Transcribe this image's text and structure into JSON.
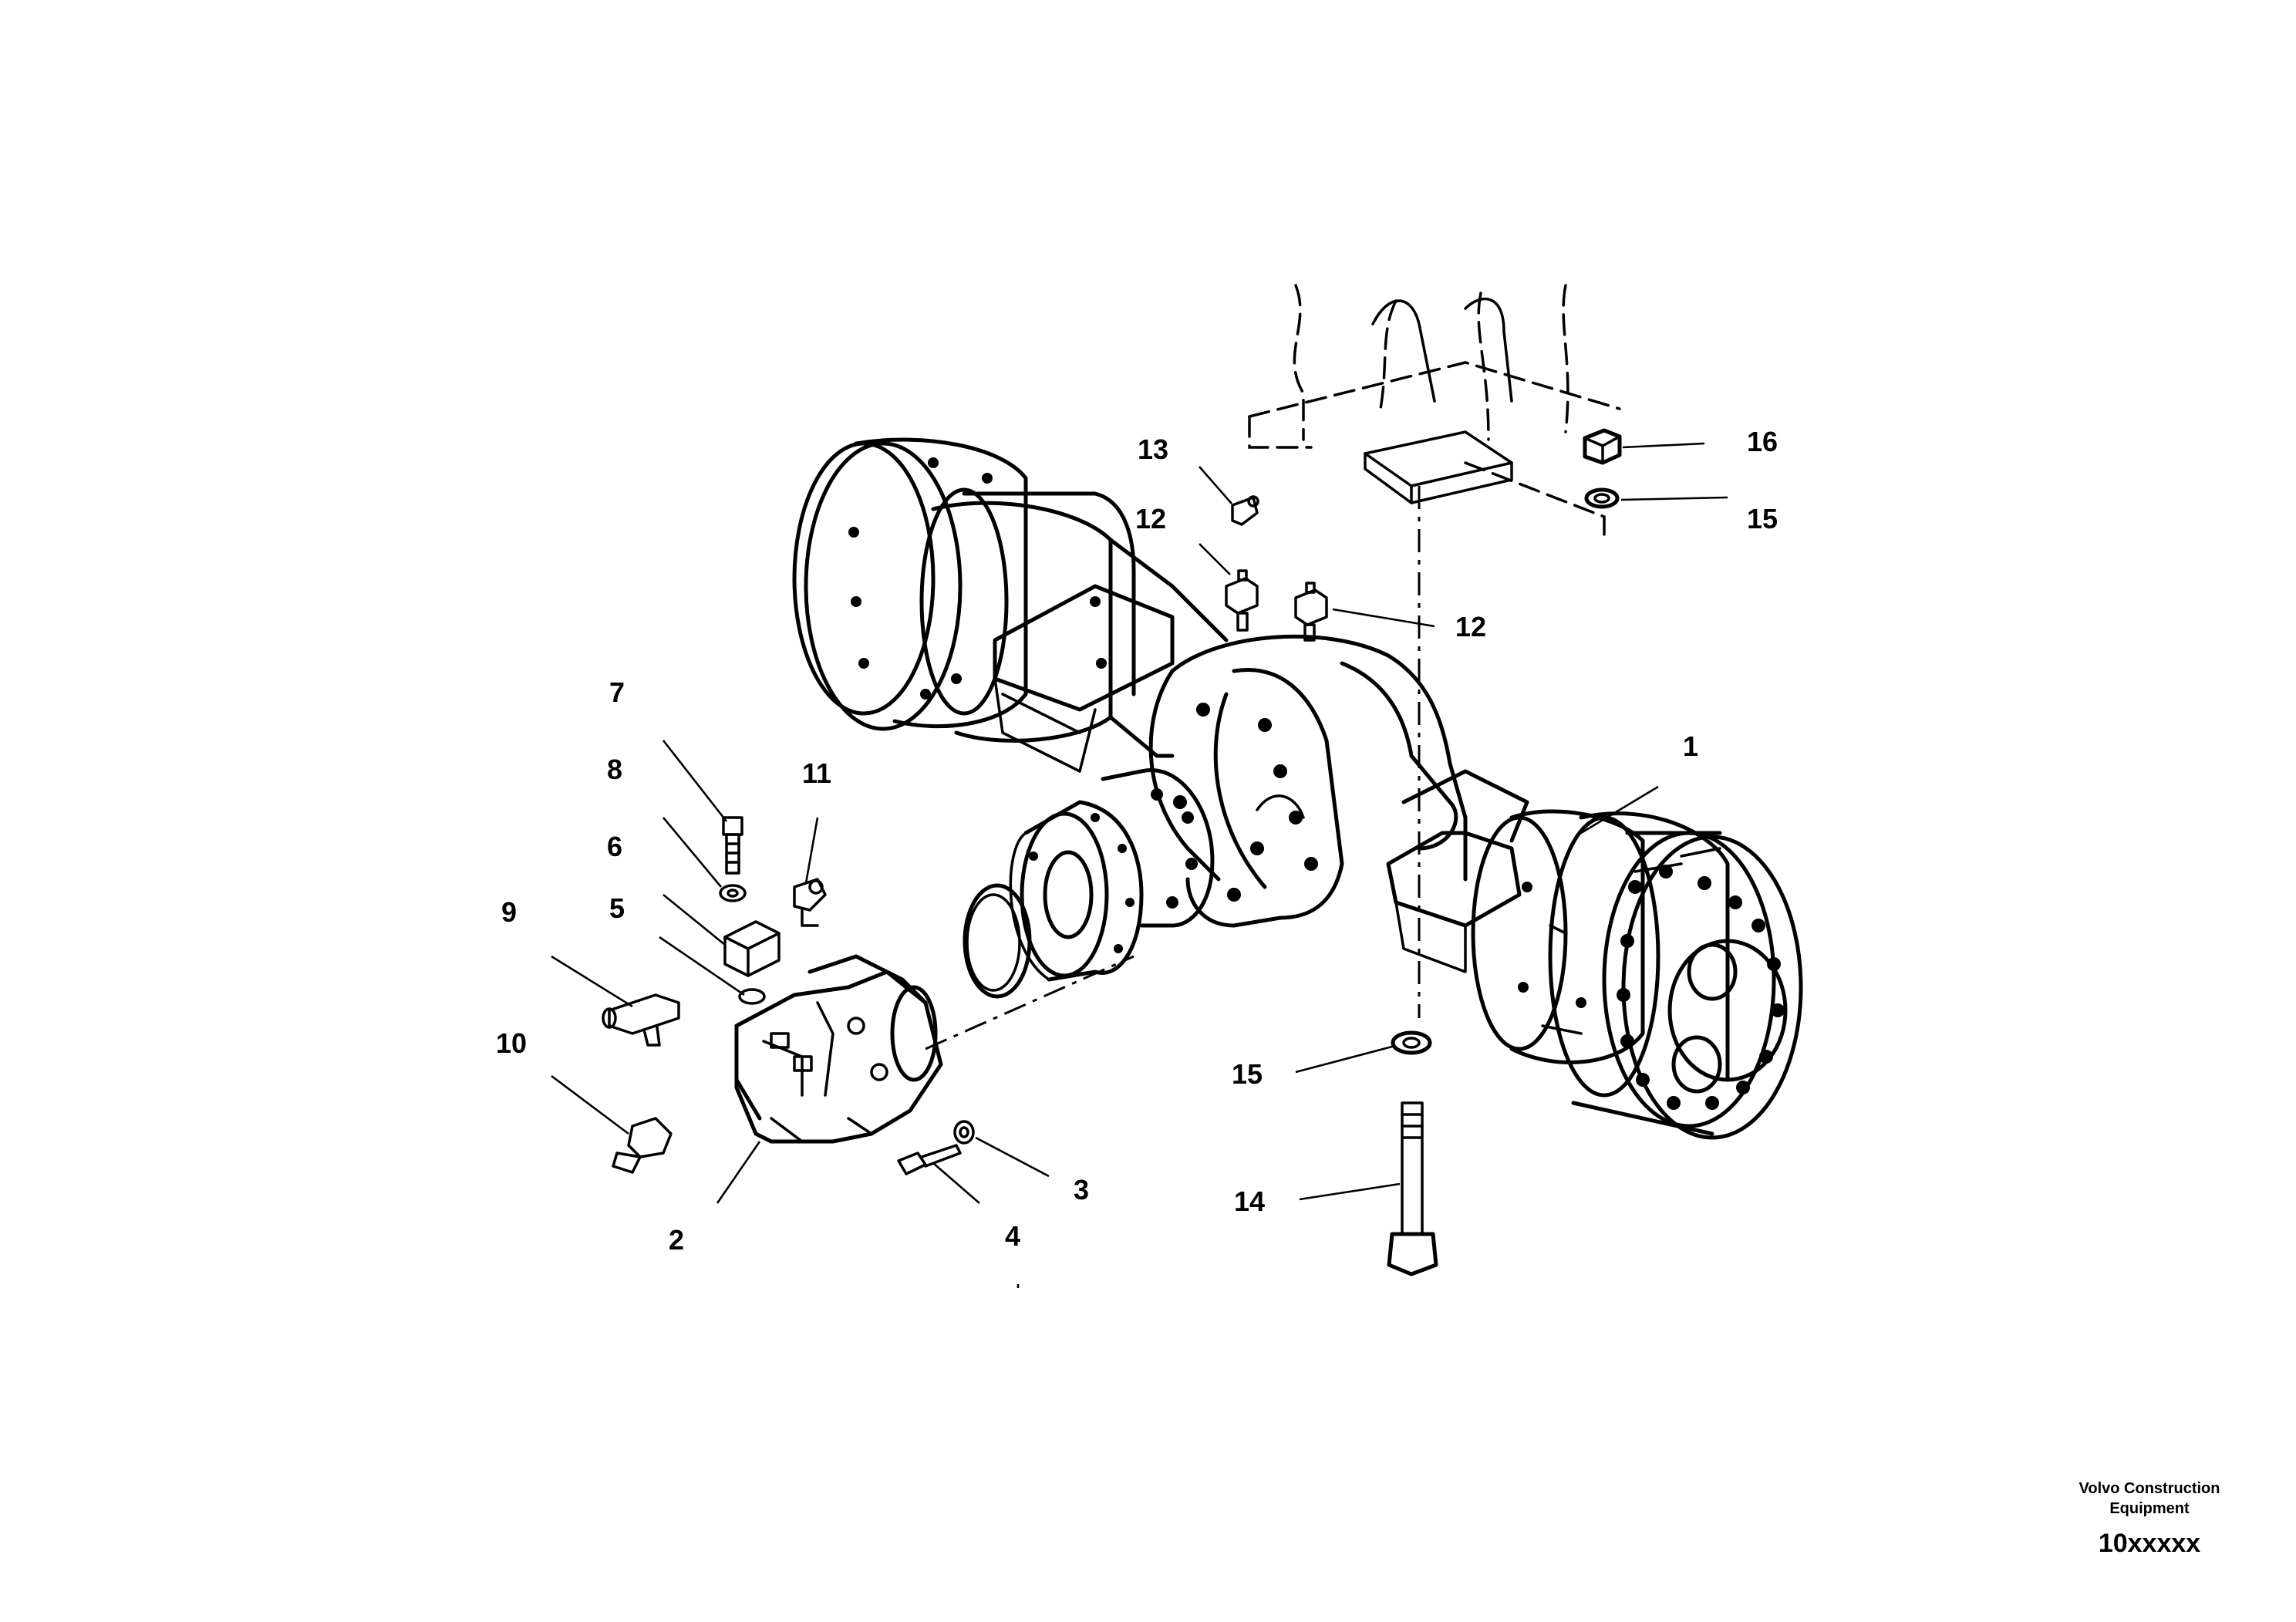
{
  "callouts": [
    {
      "id": "c1",
      "label": "1"
    },
    {
      "id": "c2",
      "label": "2"
    },
    {
      "id": "c3",
      "label": "3"
    },
    {
      "id": "c4",
      "label": "4"
    },
    {
      "id": "c5",
      "label": "5"
    },
    {
      "id": "c6",
      "label": "6"
    },
    {
      "id": "c7",
      "label": "7"
    },
    {
      "id": "c8",
      "label": "8"
    },
    {
      "id": "c9",
      "label": "9"
    },
    {
      "id": "c10",
      "label": "10"
    },
    {
      "id": "c11",
      "label": "11"
    },
    {
      "id": "c12a",
      "label": "12"
    },
    {
      "id": "c12b",
      "label": "12"
    },
    {
      "id": "c13",
      "label": "13"
    },
    {
      "id": "c14",
      "label": "14"
    },
    {
      "id": "c15a",
      "label": "15"
    },
    {
      "id": "c15b",
      "label": "15"
    },
    {
      "id": "c16",
      "label": "16"
    }
  ],
  "footer": {
    "brand_line1": "Volvo Construction",
    "brand_line2": "Equipment",
    "drawing_number": "10xxxxx"
  }
}
